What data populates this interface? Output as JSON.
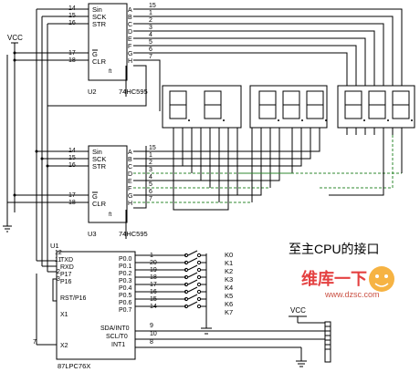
{
  "vcc_left": "VCC",
  "vcc_right": "VCC",
  "chip1": {
    "part": "74HC595",
    "ref": "U2",
    "left_pins": [
      [
        "14",
        "Sin"
      ],
      [
        "15",
        "SCK"
      ],
      [
        "16",
        "STR"
      ],
      [
        "17",
        "G"
      ],
      [
        "18",
        "CLR"
      ]
    ],
    "right_pins": [
      [
        "15",
        "A"
      ],
      [
        "1",
        "B"
      ],
      [
        "2",
        "C"
      ],
      [
        "3",
        "D"
      ],
      [
        "4",
        "E"
      ],
      [
        "5",
        "F"
      ],
      [
        "6",
        "G"
      ],
      [
        "7",
        "H"
      ]
    ],
    "ft": "ft"
  },
  "chip2": {
    "part": "74HC595",
    "ref": "U3",
    "left_pins": [
      [
        "14",
        "Sin"
      ],
      [
        "15",
        "SCK"
      ],
      [
        "16",
        "STR"
      ],
      [
        "17",
        "G"
      ],
      [
        "18",
        "CLR"
      ]
    ],
    "right_pins": [
      [
        "15",
        "A"
      ],
      [
        "1",
        "B"
      ],
      [
        "2",
        "C"
      ],
      [
        "3",
        "D"
      ],
      [
        "4",
        "E"
      ],
      [
        "5",
        "F"
      ],
      [
        "6",
        "G"
      ],
      [
        "7",
        "H"
      ]
    ],
    "ft": "ft"
  },
  "mcu": {
    "ref": "U1",
    "part": "87LPC76X",
    "left_pins": [
      [
        "12",
        "TXD"
      ],
      [
        "11",
        "RXD"
      ],
      [
        "2",
        "P17"
      ],
      [
        "3",
        "P16"
      ],
      [
        "",
        "RST/P16"
      ],
      [
        "",
        "X1"
      ],
      [
        "7",
        "X2"
      ]
    ],
    "right_pins": [
      [
        "1",
        "P0.0"
      ],
      [
        "20",
        "P0.1"
      ],
      [
        "19",
        "P0.2"
      ],
      [
        "18",
        "P0.3"
      ],
      [
        "17",
        "P0.4"
      ],
      [
        "16",
        "P0.5"
      ],
      [
        "15",
        "P0.6"
      ],
      [
        "14",
        "P0.7"
      ],
      [
        "9",
        "SDA/INT0"
      ],
      [
        "10",
        "SCL/T0"
      ],
      [
        "8",
        "INT1"
      ]
    ]
  },
  "keys": [
    "K0",
    "K1",
    "K2",
    "K3",
    "K4",
    "K5",
    "K6",
    "K7"
  ],
  "cpu_label": "至主CPU的接口",
  "watermark": "维库一下",
  "website": "www.dzsc.com"
}
